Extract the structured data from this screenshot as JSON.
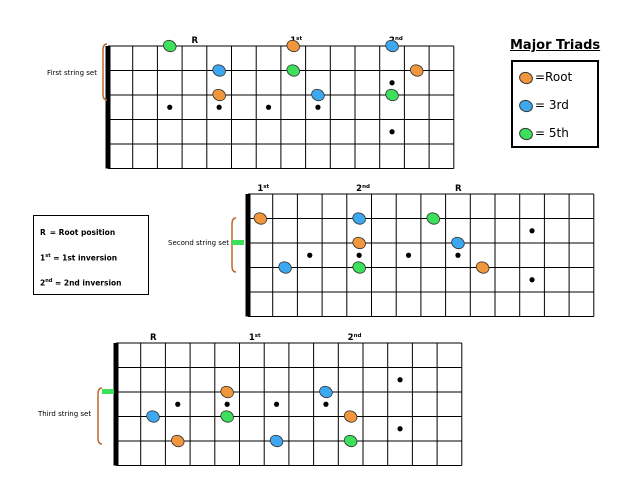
{
  "title": "Major Triads",
  "legend": [
    {
      "label": "=Root",
      "color": "#F0963C",
      "name": "root"
    },
    {
      "label": "= 3rd",
      "color": "#3DA8F0",
      "name": "third"
    },
    {
      "label": "= 5th",
      "color": "#3CE05A",
      "name": "fifth"
    }
  ],
  "key": {
    "root": {
      "sym": "R",
      "text": "=  Root position"
    },
    "first": {
      "sym": "1",
      "sup": "st",
      "text": " = 1st inversion"
    },
    "second": {
      "sym": "2",
      "sup": "nd",
      "text": " = 2nd inversion"
    }
  },
  "diagrams": [
    {
      "label": "First string set",
      "headers": [
        {
          "text": "R",
          "sup": "",
          "fret": 4
        },
        {
          "text": "1",
          "sup": "st",
          "fret": 8
        },
        {
          "text": "2",
          "sup": "nd",
          "fret": 12
        }
      ],
      "notes": [
        {
          "string": 0,
          "fret": 3,
          "role": "fifth"
        },
        {
          "string": 0,
          "fret": 8,
          "role": "root"
        },
        {
          "string": 0,
          "fret": 12,
          "role": "third"
        },
        {
          "string": 1,
          "fret": 5,
          "role": "third"
        },
        {
          "string": 1,
          "fret": 8,
          "role": "fifth"
        },
        {
          "string": 1,
          "fret": 13,
          "role": "root"
        },
        {
          "string": 2,
          "fret": 5,
          "role": "root"
        },
        {
          "string": 2,
          "fret": 9,
          "role": "third"
        },
        {
          "string": 2,
          "fret": 12,
          "role": "fifth"
        }
      ],
      "markers": [
        3,
        5,
        7,
        9,
        12
      ]
    },
    {
      "label": "Second string set",
      "headers": [
        {
          "text": "1",
          "sup": "st",
          "fret": 1
        },
        {
          "text": "2",
          "sup": "nd",
          "fret": 5
        },
        {
          "text": "R",
          "sup": "",
          "fret": 9
        }
      ],
      "notes": [
        {
          "string": 1,
          "fret": 1,
          "role": "root"
        },
        {
          "string": 1,
          "fret": 5,
          "role": "third"
        },
        {
          "string": 1,
          "fret": 8,
          "role": "fifth"
        },
        {
          "string": 2,
          "fret": 5,
          "role": "root"
        },
        {
          "string": 2,
          "fret": 9,
          "role": "third"
        },
        {
          "string": 3,
          "fret": 2,
          "role": "third"
        },
        {
          "string": 3,
          "fret": 5,
          "role": "fifth"
        },
        {
          "string": 3,
          "fret": 10,
          "role": "root"
        }
      ],
      "markers": [
        3,
        5,
        7,
        9,
        12
      ]
    },
    {
      "label": "Third string set",
      "headers": [
        {
          "text": "R",
          "sup": "",
          "fret": 2
        },
        {
          "text": "1",
          "sup": "st",
          "fret": 6
        },
        {
          "text": "2",
          "sup": "nd",
          "fret": 10
        }
      ],
      "notes": [
        {
          "string": 2,
          "fret": 5,
          "role": "root"
        },
        {
          "string": 2,
          "fret": 9,
          "role": "third"
        },
        {
          "string": 3,
          "fret": 2,
          "role": "third"
        },
        {
          "string": 3,
          "fret": 5,
          "role": "fifth"
        },
        {
          "string": 3,
          "fret": 10,
          "role": "root"
        },
        {
          "string": 4,
          "fret": 3,
          "role": "root"
        },
        {
          "string": 4,
          "fret": 7,
          "role": "third"
        },
        {
          "string": 4,
          "fret": 10,
          "role": "fifth"
        }
      ],
      "markers": [
        3,
        5,
        7,
        9,
        12
      ]
    }
  ]
}
